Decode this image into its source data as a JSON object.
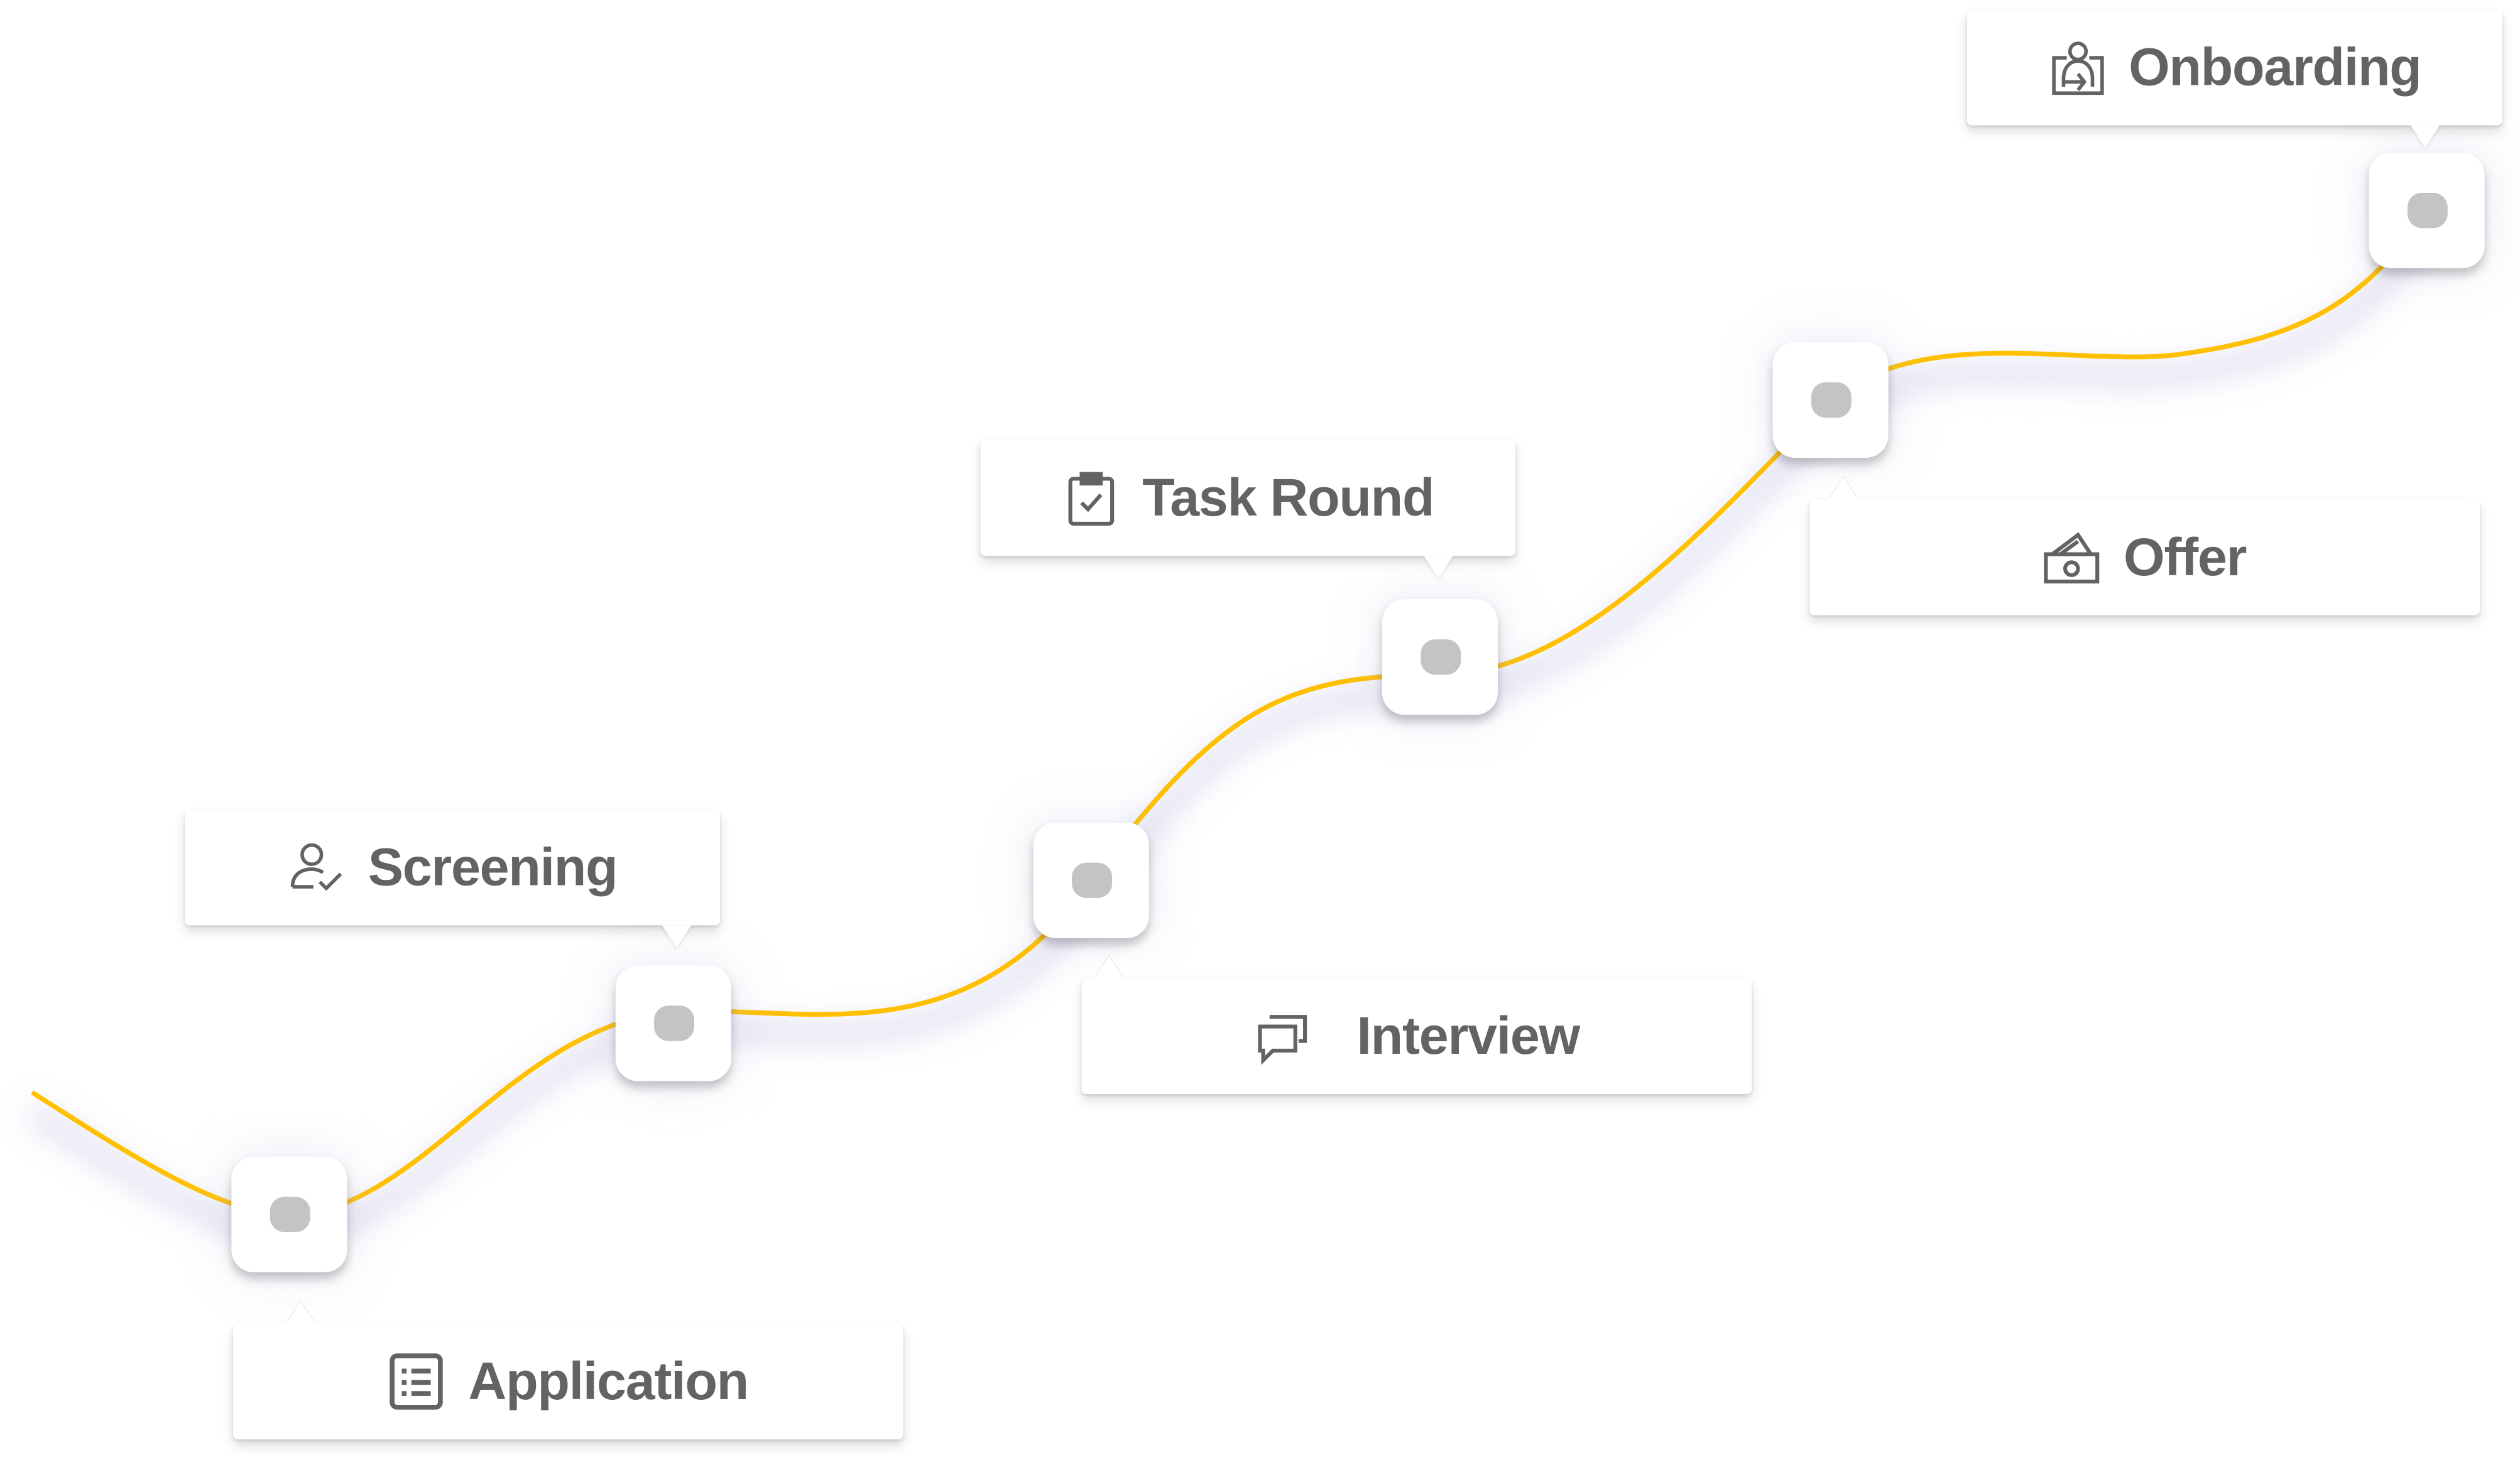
{
  "colors": {
    "line": "#FFC000",
    "text": "#636363",
    "dot": "#C4C4C4"
  },
  "stages": [
    {
      "label": "Application",
      "icon": "list-document-icon"
    },
    {
      "label": "Screening",
      "icon": "user-check-icon"
    },
    {
      "label": "Interview",
      "icon": "chat-bubbles-icon"
    },
    {
      "label": "Task Round",
      "icon": "clipboard-check-icon"
    },
    {
      "label": "Offer",
      "icon": "money-icon"
    },
    {
      "label": "Onboarding",
      "icon": "user-enter-icon"
    }
  ]
}
